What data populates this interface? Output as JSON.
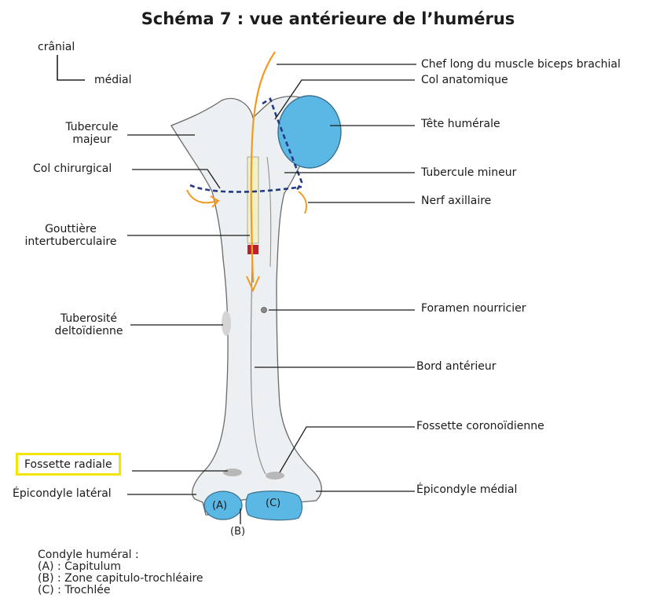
{
  "title": "Schéma 7 : vue antérieure de l’humérus",
  "orientation": {
    "cranial": "crânial",
    "medial": "médial"
  },
  "labels": {
    "biceps": "Chef long du muscle biceps brachial",
    "col_anatomique": "Col anatomique",
    "tete": "Tête humérale",
    "tub_mineur": "Tubercule mineur",
    "nerf": "Nerf axillaire",
    "tub_majeur_1": "Tubercule",
    "tub_majeur_2": "majeur",
    "col_chir": "Col chirurgical",
    "gouttiere_1": "Gouttière",
    "gouttiere_2": "intertuberculaire",
    "tuberosite_1": "Tuberosité",
    "tuberosite_2": "deltoïdienne",
    "foramen": "Foramen nourricier",
    "bord": "Bord antérieur",
    "fossette_coro": "Fossette coronoïdienne",
    "fossette_radiale": "Fossette radiale",
    "epi_lat": "Épicondyle latéral",
    "epi_med": "Épicondyle médial",
    "mark_a": "(A)",
    "mark_b": "(B)",
    "mark_c": "(C)"
  },
  "legend": {
    "heading": "Condyle huméral :",
    "a": "(A) : Capitulum",
    "b": "(B) : Zone capitulo-trochléaire",
    "c": "(C) : Trochlée"
  },
  "colors": {
    "bone": "#ecf0f2",
    "articular_blue": "#5bb8e4",
    "biceps_orange": "#f39a1e",
    "nerve_navy": "#253a86",
    "highlight_yellow": "#f2e600"
  }
}
